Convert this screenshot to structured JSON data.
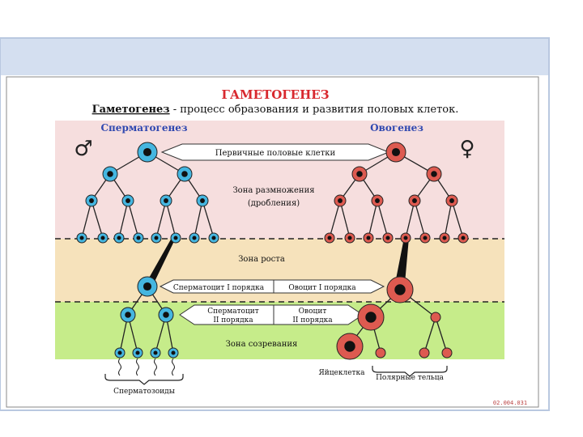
{
  "title": "ГАМЕТОГЕНЕЗ",
  "definition": {
    "term": "Гаметогенез",
    "text": " - процесс образования и развития половых клеток."
  },
  "headings": {
    "male": "Сперматогенез",
    "female": "Овогенез"
  },
  "symbols": {
    "male": "♂",
    "female": "♀"
  },
  "zones": {
    "multiplication_line1": "Зона размножения",
    "multiplication_line2": "(дробления)",
    "growth": "Зона роста",
    "maturation": "Зона созревания"
  },
  "arrows": {
    "primary": "Первичные половые клетки",
    "spermatocyte1": "Сперматоцит  I порядка",
    "oocyte1": "Овоцит  I порядка",
    "spermatocyte2_line1": "Сперматоцит",
    "spermatocyte2_line2": "II порядка",
    "oocyte2_line1": "Овоцит",
    "oocyte2_line2": "II порядка"
  },
  "labels": {
    "spermatozoa": "Сперматозоиды",
    "egg": "Яйцеклетка",
    "polar_bodies": "Полярные тельца"
  },
  "corner_code": "02.004.031",
  "colors": {
    "male_cell": "#45b6e0",
    "female_cell": "#dd5a50",
    "zone_multiplication": "#f6dede",
    "zone_growth": "#f6e2bb",
    "zone_maturation": "#c6ec8a",
    "header_band": "#d4dff0",
    "title": "#d8282e",
    "heading": "#3048b0"
  }
}
